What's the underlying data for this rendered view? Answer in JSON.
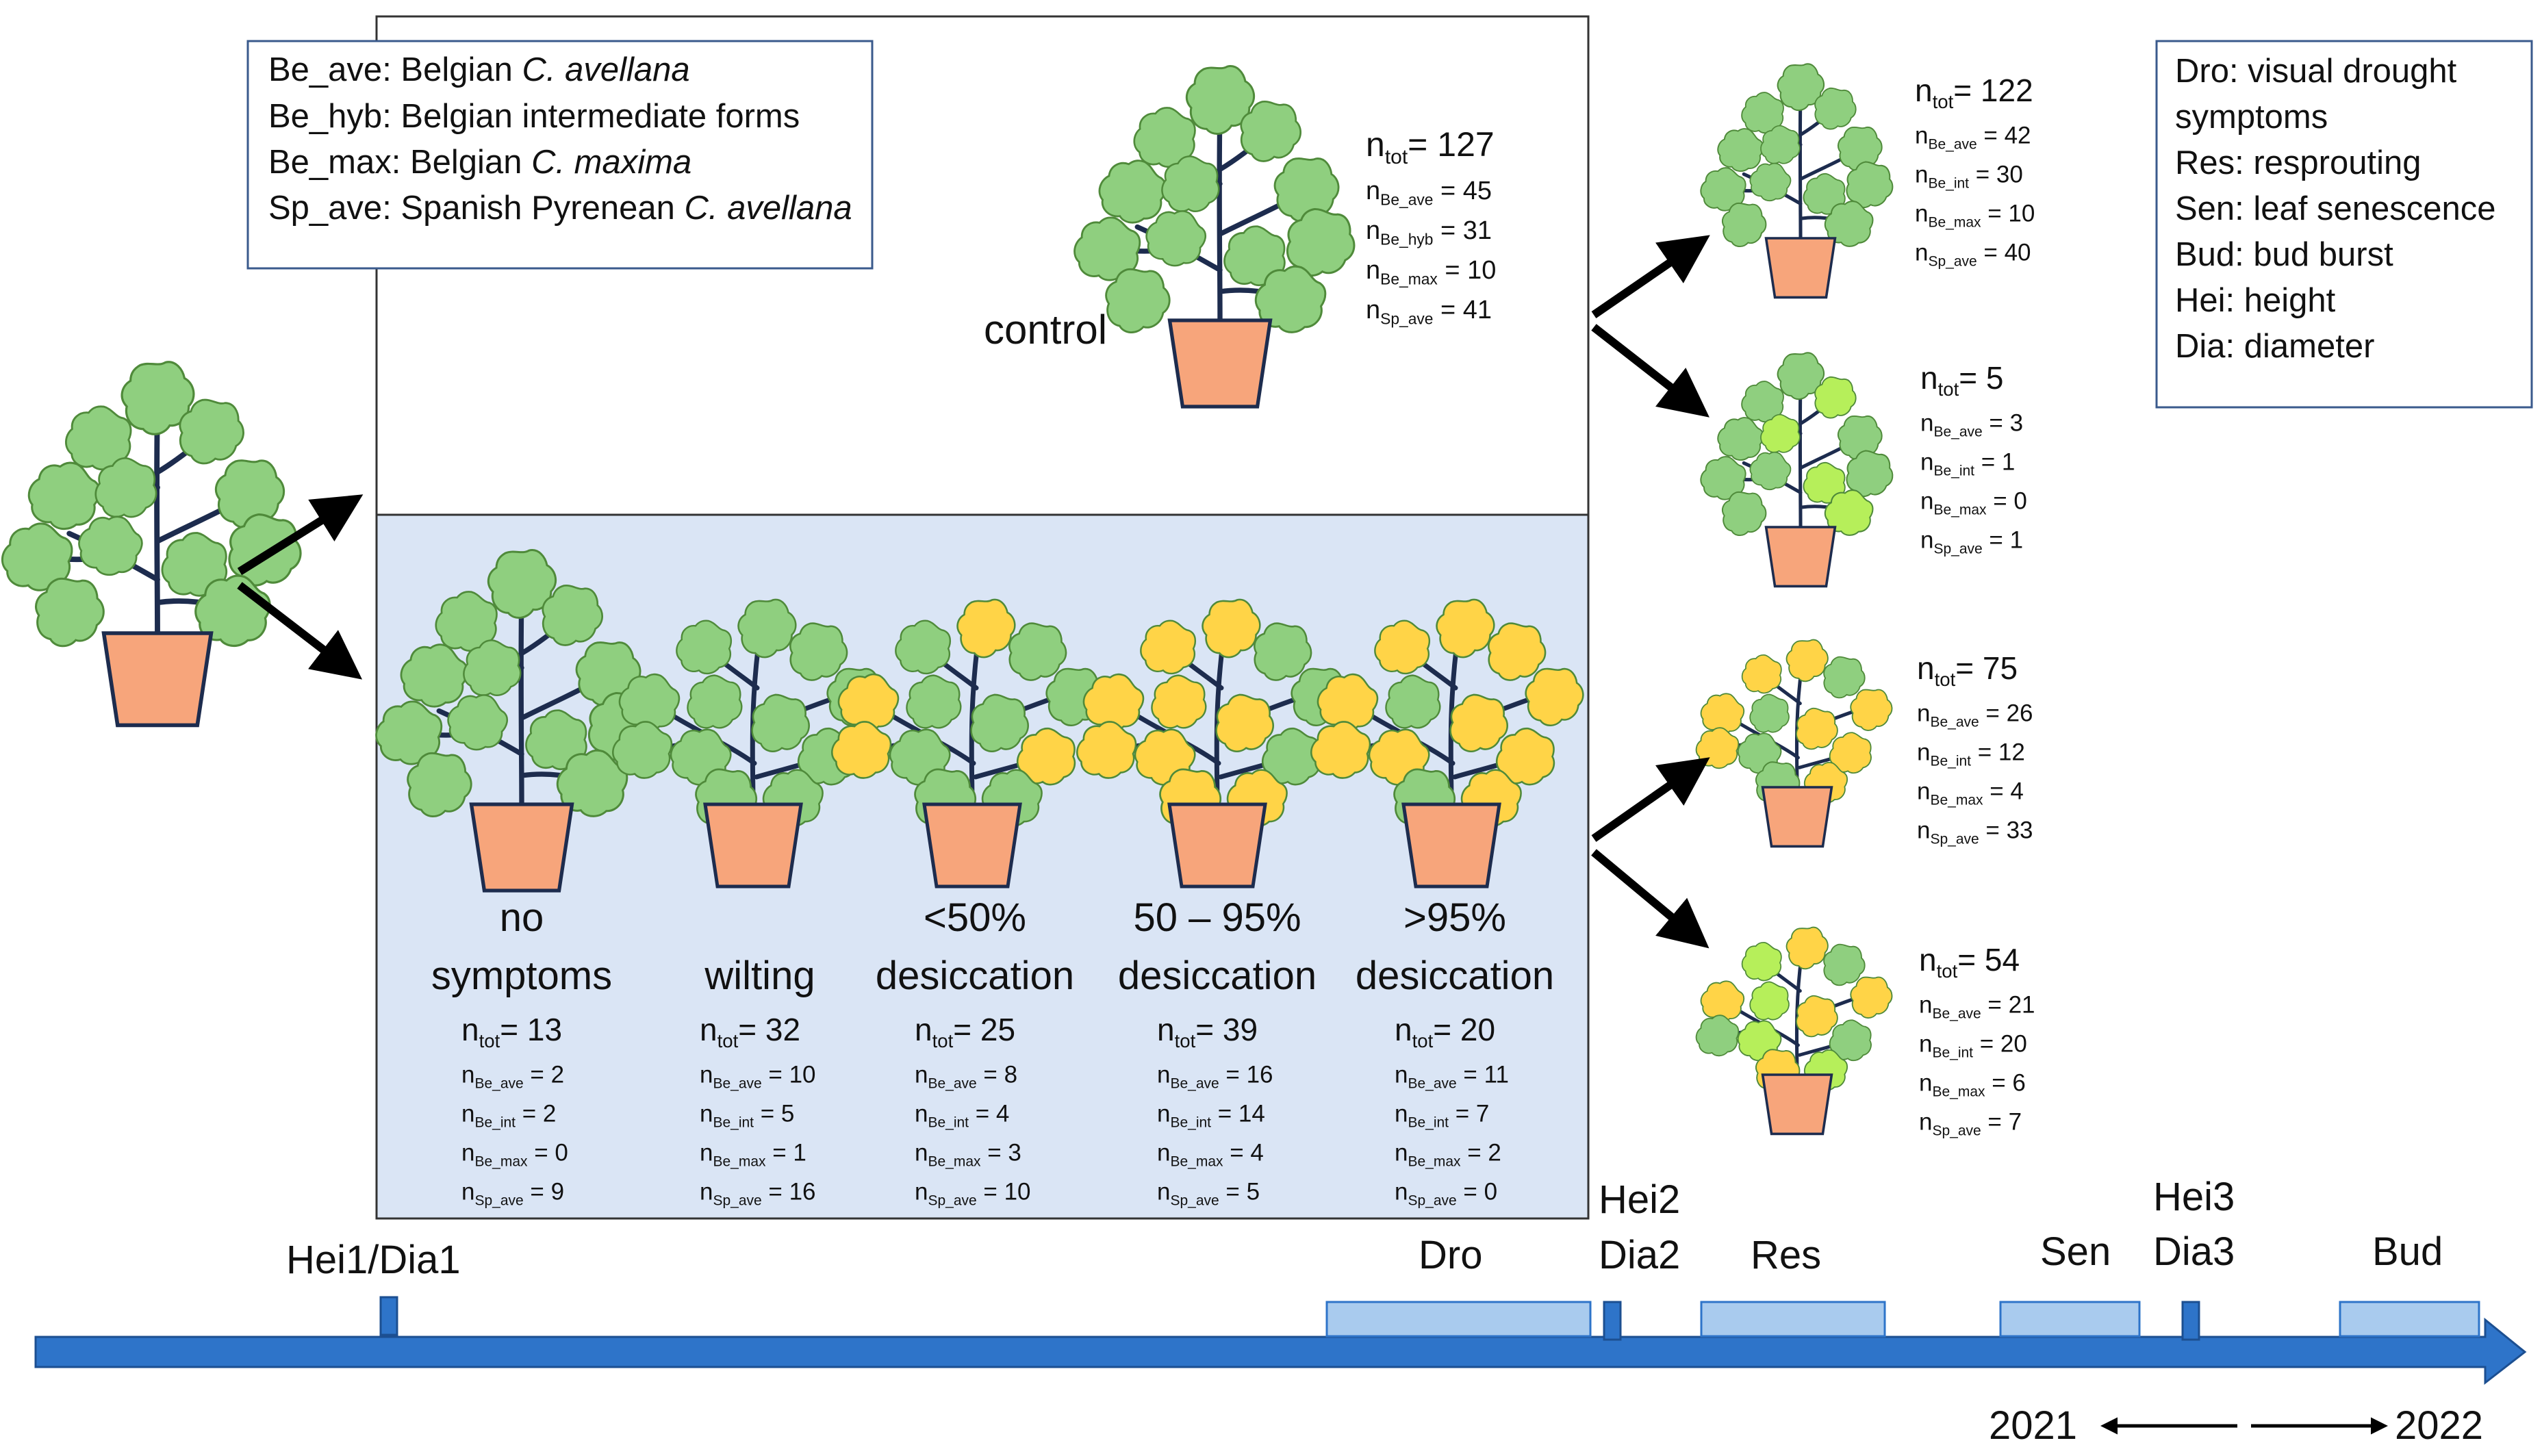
{
  "legend_groups": {
    "line1_prefix": "Be_ave: Belgian ",
    "line1_species": "C. avellana",
    "line2": "Be_hyb: Belgian intermediate forms",
    "line3_prefix": "Be_max: Belgian ",
    "line3_species": "C. maxima",
    "line4_prefix": "Sp_ave: Spanish Pyrenean ",
    "line4_species": "C. avellana"
  },
  "legend_codes": [
    "Dro: visual drought",
    "symptoms",
    "Res: resprouting",
    "Sen: leaf senescence",
    "Bud: bud burst",
    "Hei: height",
    "Dia: diameter"
  ],
  "control": {
    "label": "control",
    "counts": [
      {
        "n": "n",
        "sub": "tot",
        "eq": "= 127"
      },
      {
        "n": "n",
        "sub": "Be_ave",
        "eq": " = 45"
      },
      {
        "n": "n",
        "sub": "Be_hyb",
        "eq": " = 31"
      },
      {
        "n": "n",
        "sub": "Be_max",
        "eq": " = 10"
      },
      {
        "n": "n",
        "sub": "Sp_ave",
        "eq": " = 41"
      }
    ]
  },
  "drought_categories": [
    {
      "label1": "no",
      "label2": "symptoms",
      "counts": [
        {
          "n": "n",
          "sub": "tot",
          "eq": "= 13"
        },
        {
          "n": "n",
          "sub": "Be_ave",
          "eq": " = 2"
        },
        {
          "n": "n",
          "sub": "Be_int",
          "eq": " = 2"
        },
        {
          "n": "n",
          "sub": "Be_max",
          "eq": " = 0"
        },
        {
          "n": "n",
          "sub": "Sp_ave",
          "eq": " = 9"
        }
      ]
    },
    {
      "label1": "",
      "label2": "wilting",
      "counts": [
        {
          "n": "n",
          "sub": "tot",
          "eq": "= 32"
        },
        {
          "n": "n",
          "sub": "Be_ave",
          "eq": " = 10"
        },
        {
          "n": "n",
          "sub": "Be_int",
          "eq": " = 5"
        },
        {
          "n": "n",
          "sub": "Be_max",
          "eq": " = 1"
        },
        {
          "n": "n",
          "sub": "Sp_ave",
          "eq": " = 16"
        }
      ]
    },
    {
      "label1": "<50%",
      "label2": "desiccation",
      "counts": [
        {
          "n": "n",
          "sub": "tot",
          "eq": "= 25"
        },
        {
          "n": "n",
          "sub": "Be_ave",
          "eq": " = 8"
        },
        {
          "n": "n",
          "sub": "Be_int",
          "eq": " = 4"
        },
        {
          "n": "n",
          "sub": "Be_max",
          "eq": " = 3"
        },
        {
          "n": "n",
          "sub": "Sp_ave",
          "eq": " = 10"
        }
      ]
    },
    {
      "label1": "50 – 95%",
      "label2": "desiccation",
      "counts": [
        {
          "n": "n",
          "sub": "tot",
          "eq": "= 39"
        },
        {
          "n": "n",
          "sub": "Be_ave",
          "eq": " = 16"
        },
        {
          "n": "n",
          "sub": "Be_int",
          "eq": " = 14"
        },
        {
          "n": "n",
          "sub": "Be_max",
          "eq": " = 4"
        },
        {
          "n": "n",
          "sub": "Sp_ave",
          "eq": " = 5"
        }
      ]
    },
    {
      "label1": ">95%",
      "label2": "desiccation",
      "counts": [
        {
          "n": "n",
          "sub": "tot",
          "eq": "= 20"
        },
        {
          "n": "n",
          "sub": "Be_ave",
          "eq": " = 11"
        },
        {
          "n": "n",
          "sub": "Be_int",
          "eq": " = 7"
        },
        {
          "n": "n",
          "sub": "Be_max",
          "eq": " = 2"
        },
        {
          "n": "n",
          "sub": "Sp_ave",
          "eq": " = 0"
        }
      ]
    }
  ],
  "outcomes": [
    {
      "counts": [
        {
          "n": "n",
          "sub": "tot",
          "eq": "= 122"
        },
        {
          "n": "n",
          "sub": "Be_ave",
          "eq": " = 42"
        },
        {
          "n": "n",
          "sub": "Be_int",
          "eq": " = 30"
        },
        {
          "n": "n",
          "sub": "Be_max",
          "eq": " = 10"
        },
        {
          "n": "n",
          "sub": "Sp_ave",
          "eq": " = 40"
        }
      ]
    },
    {
      "counts": [
        {
          "n": "n",
          "sub": "tot",
          "eq": "= 5"
        },
        {
          "n": "n",
          "sub": "Be_ave",
          "eq": " = 3"
        },
        {
          "n": "n",
          "sub": "Be_int",
          "eq": " = 1"
        },
        {
          "n": "n",
          "sub": "Be_max",
          "eq": " = 0"
        },
        {
          "n": "n",
          "sub": "Sp_ave",
          "eq": " = 1"
        }
      ]
    },
    {
      "counts": [
        {
          "n": "n",
          "sub": "tot",
          "eq": "= 75"
        },
        {
          "n": "n",
          "sub": "Be_ave",
          "eq": " = 26"
        },
        {
          "n": "n",
          "sub": "Be_int",
          "eq": " = 12"
        },
        {
          "n": "n",
          "sub": "Be_max",
          "eq": " = 4"
        },
        {
          "n": "n",
          "sub": "Sp_ave",
          "eq": " = 33"
        }
      ]
    },
    {
      "counts": [
        {
          "n": "n",
          "sub": "tot",
          "eq": "= 54"
        },
        {
          "n": "n",
          "sub": "Be_ave",
          "eq": " = 21"
        },
        {
          "n": "n",
          "sub": "Be_int",
          "eq": " = 20"
        },
        {
          "n": "n",
          "sub": "Be_max",
          "eq": " = 6"
        },
        {
          "n": "n",
          "sub": "Sp_ave",
          "eq": " = 7"
        }
      ]
    }
  ],
  "timeline": {
    "hei1": "Hei1/Dia1",
    "dro": "Dro",
    "hei2": "Hei2",
    "dia2": "Dia2",
    "res": "Res",
    "sen": "Sen",
    "hei3": "Hei3",
    "dia3": "Dia3",
    "bud": "Bud",
    "year_start": "2021",
    "year_end": "2022"
  },
  "colors": {
    "leaf_green": "#8fcf7f",
    "leaf_light_green": "#b6ef5a",
    "leaf_yellow": "#ffd447",
    "leaf_stroke": "#4f8a3a",
    "stem": "#1d2c4e",
    "pot_fill": "#f7a57b",
    "pot_stroke": "#1d2c4e",
    "drought_panel": "#dae5f5",
    "timeline_blue": "#2e74c9",
    "timeline_box": "#a9cbee"
  }
}
